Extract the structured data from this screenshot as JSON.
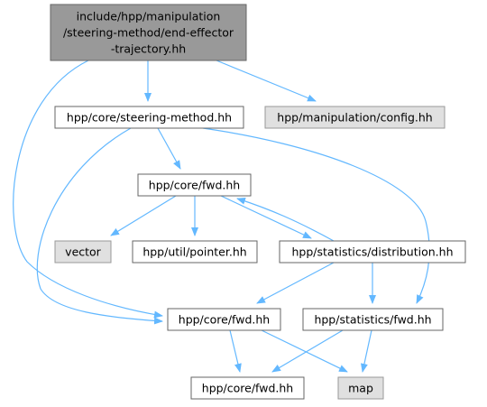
{
  "colors": {
    "edge": "#63b8ff",
    "root_fill": "#999999",
    "root_stroke": "#666666",
    "node_fill": "#ffffff",
    "node_stroke": "#666666",
    "external_fill": "#e0e0e0",
    "external_stroke": "#999999"
  },
  "nodes": [
    {
      "id": "root",
      "kind": "root",
      "lines": [
        "include/hpp/manipulation",
        "/steering-method/end-effector",
        "-trajectory.hh"
      ]
    },
    {
      "id": "core-steering-method",
      "kind": "normal",
      "lines": [
        "hpp/core/steering-method.hh"
      ]
    },
    {
      "id": "manip-config",
      "kind": "external",
      "lines": [
        "hpp/manipulation/config.hh"
      ]
    },
    {
      "id": "core-fwd-a",
      "kind": "normal",
      "lines": [
        "hpp/core/fwd.hh"
      ]
    },
    {
      "id": "vector",
      "kind": "external",
      "lines": [
        "vector"
      ]
    },
    {
      "id": "util-pointer",
      "kind": "normal",
      "lines": [
        "hpp/util/pointer.hh"
      ]
    },
    {
      "id": "stat-distribution",
      "kind": "normal",
      "lines": [
        "hpp/statistics/distribution.hh"
      ]
    },
    {
      "id": "core-fwd-b",
      "kind": "normal",
      "lines": [
        "hpp/core/fwd.hh"
      ]
    },
    {
      "id": "stat-fwd",
      "kind": "normal",
      "lines": [
        "hpp/statistics/fwd.hh"
      ]
    },
    {
      "id": "core-fwd-c",
      "kind": "normal",
      "lines": [
        "hpp/core/fwd.hh"
      ]
    },
    {
      "id": "map",
      "kind": "external",
      "lines": [
        "map"
      ]
    }
  ],
  "edges": [
    {
      "from": "root",
      "to": "core-steering-method"
    },
    {
      "from": "root",
      "to": "manip-config"
    },
    {
      "from": "root",
      "to": "core-fwd-b"
    },
    {
      "from": "core-steering-method",
      "to": "core-fwd-a"
    },
    {
      "from": "core-steering-method",
      "to": "core-fwd-b"
    },
    {
      "from": "core-steering-method",
      "to": "stat-fwd"
    },
    {
      "from": "core-fwd-a",
      "to": "vector"
    },
    {
      "from": "core-fwd-a",
      "to": "util-pointer"
    },
    {
      "from": "core-fwd-a",
      "to": "stat-distribution"
    },
    {
      "from": "stat-distribution",
      "to": "core-fwd-a"
    },
    {
      "from": "stat-distribution",
      "to": "core-fwd-b"
    },
    {
      "from": "stat-distribution",
      "to": "stat-fwd"
    },
    {
      "from": "core-fwd-b",
      "to": "core-fwd-c"
    },
    {
      "from": "core-fwd-b",
      "to": "map"
    },
    {
      "from": "stat-fwd",
      "to": "core-fwd-c"
    },
    {
      "from": "stat-fwd",
      "to": "map"
    }
  ]
}
